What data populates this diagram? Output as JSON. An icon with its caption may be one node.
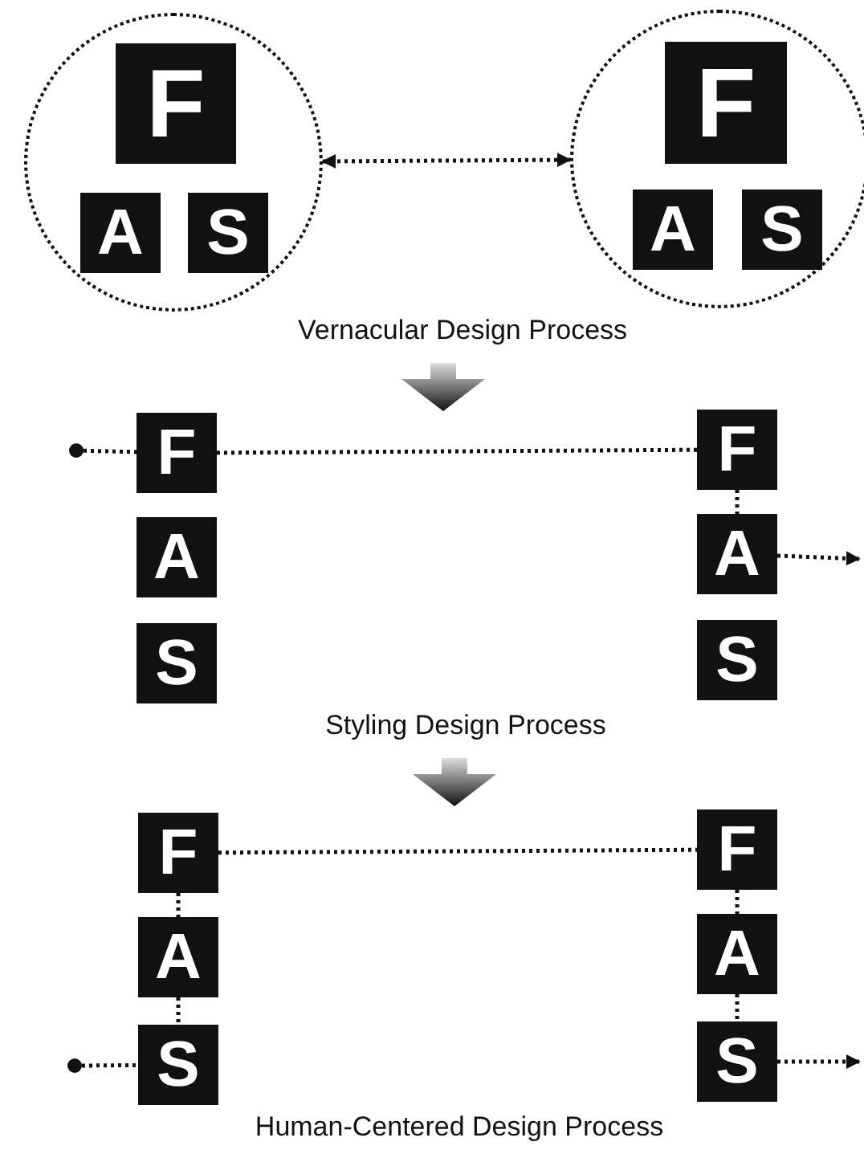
{
  "diagram": {
    "nodes": [
      {
        "text": [],
        "shape": "circle"
      },
      {
        "text": [
          "F"
        ],
        "in": 0
      },
      {
        "text": [
          "A"
        ],
        "in": 0
      },
      {
        "text": [
          "S"
        ],
        "in": 0
      },
      {
        "text": [],
        "shape": "circle"
      },
      {
        "text": [
          "F"
        ],
        "in": 4
      },
      {
        "text": [
          "A"
        ],
        "in": 4
      },
      {
        "text": [
          "S"
        ],
        "in": 4
      },
      {
        "text": [],
        "shape": "circle"
      },
      {
        "text": [
          "F"
        ]
      },
      {
        "text": [
          "A"
        ]
      },
      {
        "text": [
          "S"
        ]
      },
      {
        "text": [
          "F"
        ]
      },
      {
        "text": [
          "A"
        ]
      },
      {
        "text": [
          "S"
        ]
      },
      {
        "text": [
          "F"
        ]
      },
      {
        "text": [
          "A"
        ]
      },
      {
        "text": [],
        "shape": "circle"
      },
      {
        "text": [
          "S"
        ]
      },
      {
        "text": [
          "F"
        ]
      },
      {
        "text": [
          "A"
        ]
      },
      {
        "text": [
          "S"
        ]
      }
    ],
    "edges": [
      {
        "from": 0,
        "to": 4,
        "arrow": "both"
      },
      {
        "from": 8,
        "to": 9,
        "arrow": "none"
      },
      {
        "from": 9,
        "to": 12,
        "arrow": "none"
      },
      {
        "from": 12,
        "to": 13,
        "arrow": "none"
      },
      {
        "from": 13,
        "to": null,
        "arrow": "to"
      },
      {
        "from": 15,
        "to": 19,
        "arrow": "none"
      },
      {
        "from": 15,
        "to": 16,
        "arrow": "none"
      },
      {
        "from": 16,
        "to": 18,
        "arrow": "none"
      },
      {
        "from": 17,
        "to": 18,
        "arrow": "none"
      },
      {
        "from": 19,
        "to": 20,
        "arrow": "none"
      },
      {
        "from": 20,
        "to": 21,
        "arrow": "none"
      },
      {
        "from": 21,
        "to": null,
        "arrow": "to"
      }
    ],
    "labels": [
      "Vernacular Design Process",
      "Styling Design Process",
      "Human-Centered Design Process"
    ]
  }
}
